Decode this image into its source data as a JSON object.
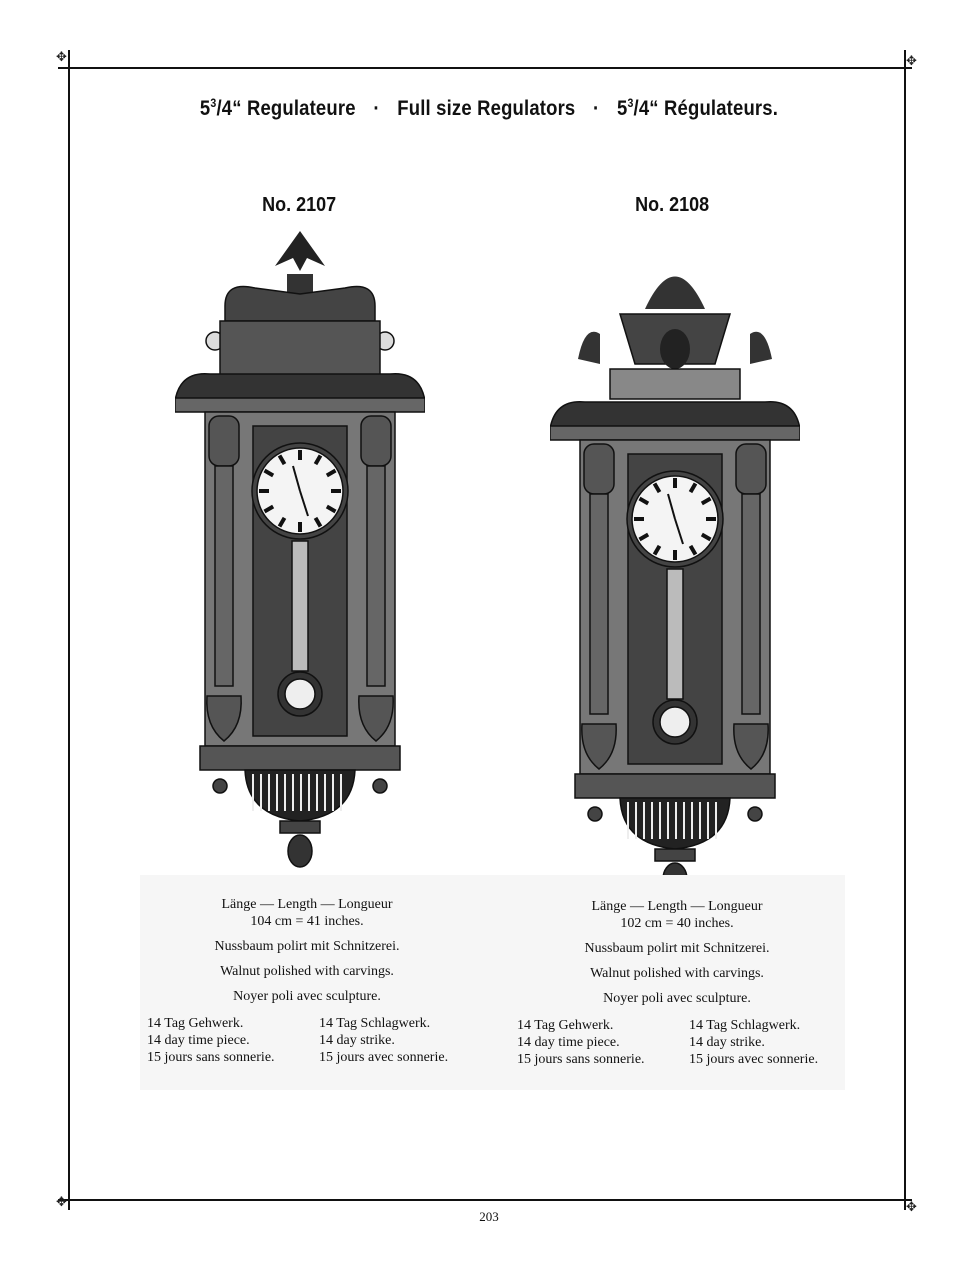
{
  "header": {
    "title_parts": [
      "5",
      "3",
      "/4“ Regulateure",
      "Full size Regulators",
      "5",
      "3",
      "/4“ Régulateurs."
    ],
    "separator": "·"
  },
  "clocks": [
    {
      "model": "No. 2107",
      "length_label": "Länge — Length — Longueur",
      "length_value": "104 cm = 41 inches.",
      "material_de": "Nussbaum polirt mit Schnitzerei.",
      "material_en": "Walnut polished with carvings.",
      "material_fr": "Noyer poli avec sculpture.",
      "movement_left": [
        "14 Tag Gehwerk.",
        "14 day time piece.",
        "15 jours sans sonnerie."
      ],
      "movement_right": [
        "14 Tag Schlagwerk.",
        "14 day strike.",
        "15 jours avec sonnerie."
      ]
    },
    {
      "model": "No. 2108",
      "length_label": "Länge — Length — Longueur",
      "length_value": "102 cm = 40 inches.",
      "material_de": "Nussbaum polirt mit Schnitzerei.",
      "material_en": "Walnut polished with carvings.",
      "material_fr": "Noyer poli avec sculpture.",
      "movement_left": [
        "14 Tag Gehwerk.",
        "14 day time piece.",
        "15 jours sans sonnerie."
      ],
      "movement_right": [
        "14 Tag Schlagwerk.",
        "14 day strike.",
        "15 jours avec sonnerie."
      ]
    }
  ],
  "footer": {
    "page_number": "203"
  }
}
